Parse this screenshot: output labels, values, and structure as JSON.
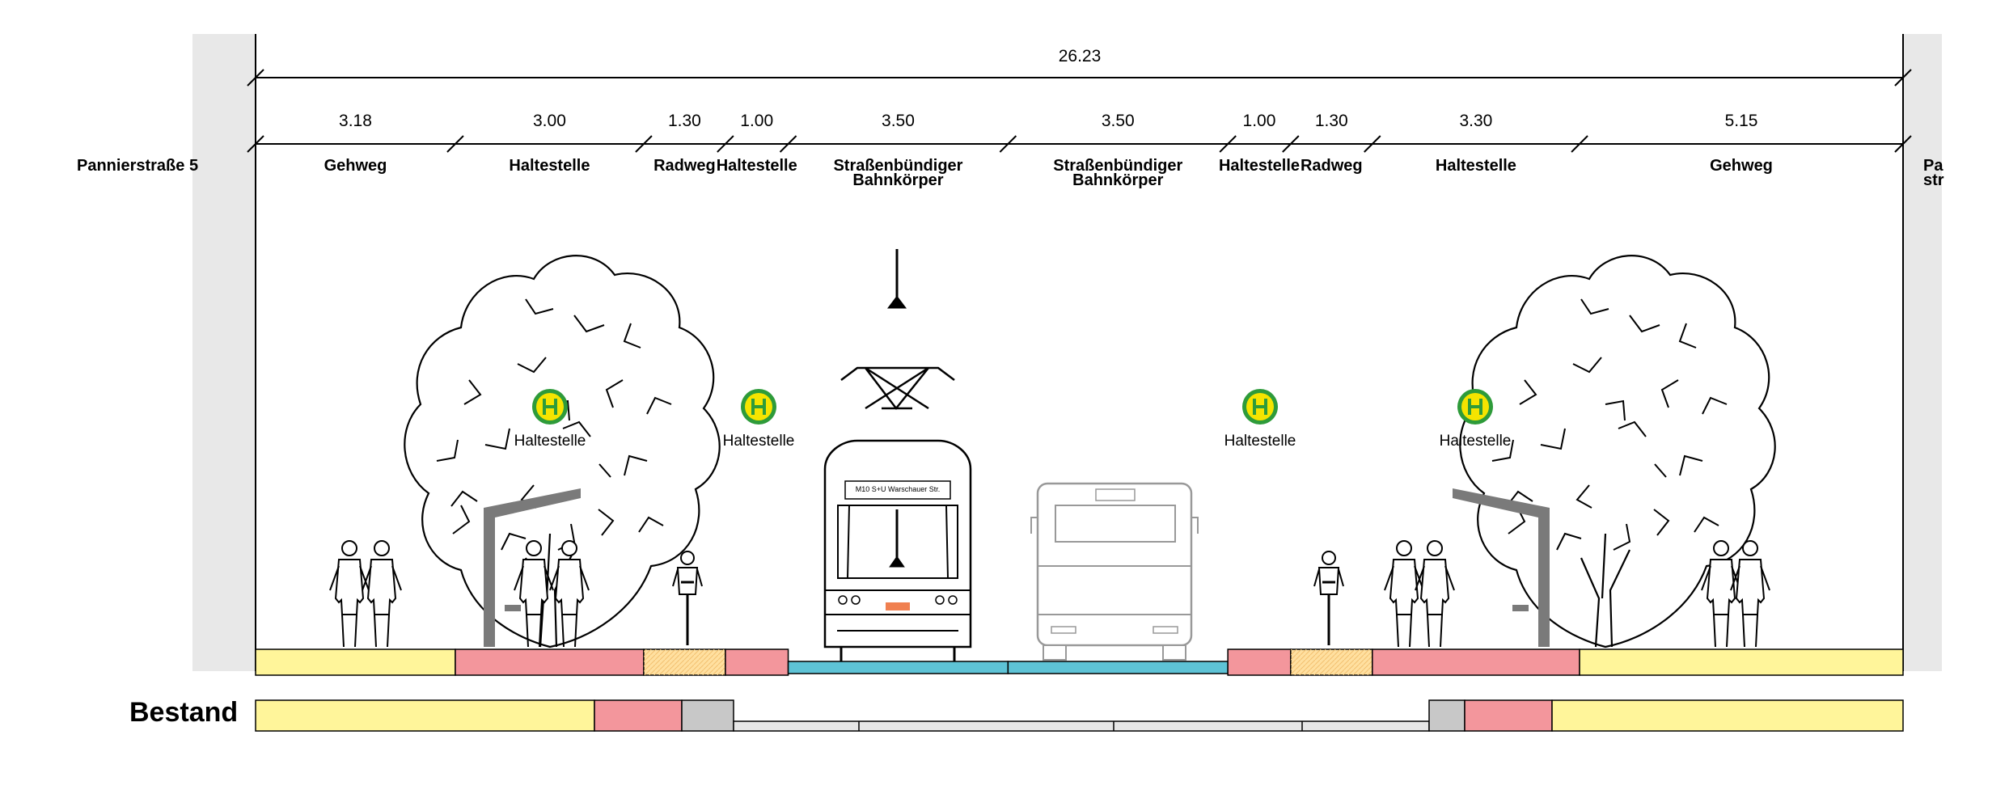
{
  "total_width": "26.23",
  "addresses": {
    "left": "Pannierstraße 5",
    "right_line1": "Pa",
    "right_line2": "str"
  },
  "segments": [
    {
      "width": "3.18",
      "name": "Gehweg",
      "color": "#fff59a"
    },
    {
      "width": "3.00",
      "name": "Haltestelle",
      "color": "#f3969c"
    },
    {
      "width": "1.30",
      "name": "Radweg",
      "color": "#ffe0a0"
    },
    {
      "width": "1.00",
      "name": "Haltestelle",
      "color": "#f3969c"
    },
    {
      "width": "3.50",
      "name_line1": "Straßenbündiger",
      "name_line2": "Bahnkörper",
      "color": "#5ec3d6"
    },
    {
      "width": "3.50",
      "name_line1": "Straßenbündiger",
      "name_line2": "Bahnkörper",
      "color": "#5ec3d6"
    },
    {
      "width": "1.00",
      "name": "Haltestelle",
      "color": "#f3969c"
    },
    {
      "width": "1.30",
      "name": "Radweg",
      "color": "#ffe0a0"
    },
    {
      "width": "3.30",
      "name": "Haltestelle",
      "color": "#f3969c"
    },
    {
      "width": "5.15",
      "name": "Gehweg",
      "color": "#fff59a"
    }
  ],
  "stop_signs": [
    {
      "symbol": "H",
      "label": "Haltestelle"
    },
    {
      "symbol": "H",
      "label": "Haltestelle"
    },
    {
      "symbol": "H",
      "label": "Haltestelle"
    },
    {
      "symbol": "H",
      "label": "Haltestelle"
    }
  ],
  "tram": {
    "destination": "M10 S+U Warschauer Str."
  },
  "existing": {
    "label": "Bestand"
  },
  "colors": {
    "sidewalk": "#fff59a",
    "stop": "#f3969c",
    "bike": "#ffe0a0",
    "track": "#5ec3d6",
    "parking": "#c8c8c8",
    "road": "#e6e6e6",
    "building": "#e8e8e8",
    "sign_green": "#2e9b3a",
    "sign_yellow": "#f5e400",
    "shelter": "#7a7a7a"
  }
}
